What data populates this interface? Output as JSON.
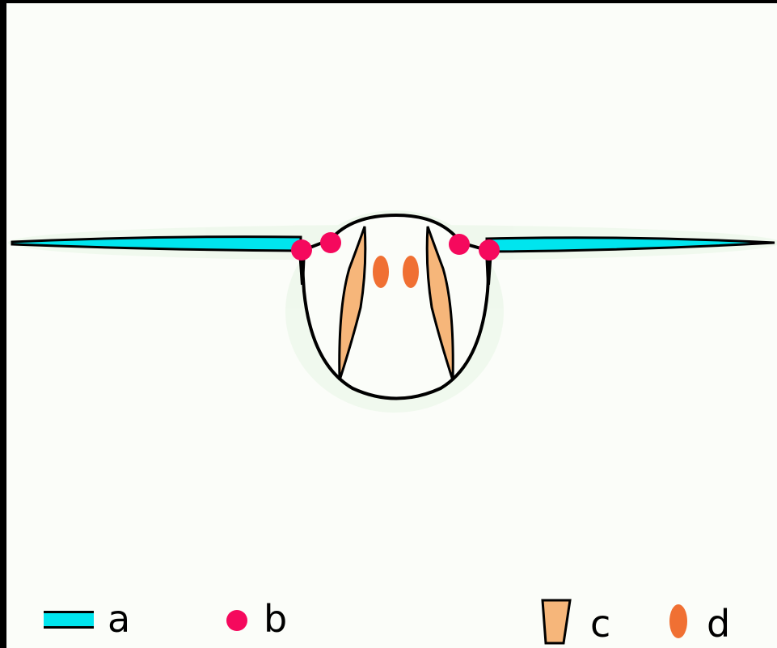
{
  "colors": {
    "frame": "#000000",
    "background": "#fbfdf9",
    "halo": "#eef8ec",
    "a": "#00e5ee",
    "b": "#f5095d",
    "c": "#f6b67a",
    "d": "#f07033",
    "outline": "#000000"
  },
  "legend": {
    "a": "a",
    "b": "b",
    "c": "c",
    "d": "d"
  }
}
